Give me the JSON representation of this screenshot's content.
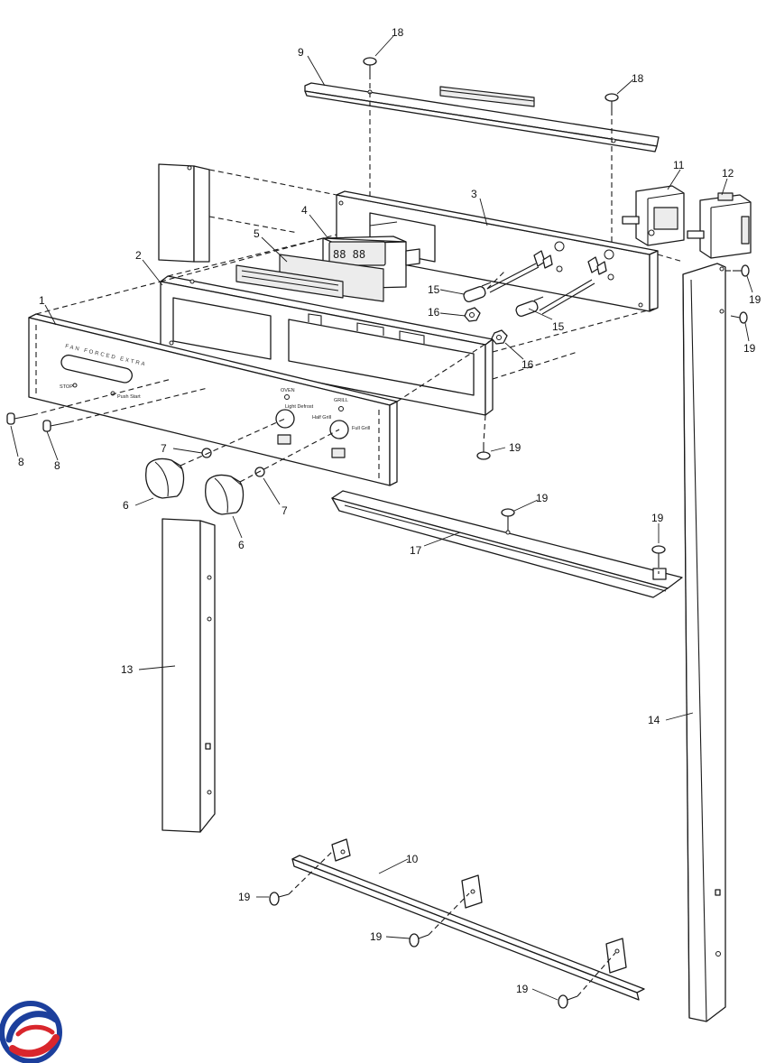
{
  "panel": {
    "brand": "FAN FORCED EXTRA",
    "oven_label": "OVEN",
    "grill_label": "GRILL",
    "light_label": "Light Defrost",
    "half_grill": "Half Grill",
    "full_grill": "Full Grill",
    "stop_label": "STOP",
    "push_label": "Push Start",
    "display": "88 88"
  },
  "callouts": {
    "c1": "1",
    "c2": "2",
    "c3": "3",
    "c4": "4",
    "c5": "5",
    "c6a": "6",
    "c6b": "6",
    "c7a": "7",
    "c7b": "7",
    "c8a": "8",
    "c8b": "8",
    "c9": "9",
    "c10": "10",
    "c11": "11",
    "c12": "12",
    "c13": "13",
    "c14": "14",
    "c15a": "15",
    "c15b": "15",
    "c16a": "16",
    "c16b": "16",
    "c17": "17",
    "c18a": "18",
    "c18b": "18",
    "c19a": "19",
    "c19b": "19",
    "c19c": "19",
    "c19d": "19",
    "c19e": "19",
    "c19f": "19",
    "c19g": "19",
    "c19h": "19"
  },
  "colors": {
    "logo_blue": "#1c3f9c",
    "logo_red": "#d9262c",
    "line": "#1a1a1a"
  }
}
